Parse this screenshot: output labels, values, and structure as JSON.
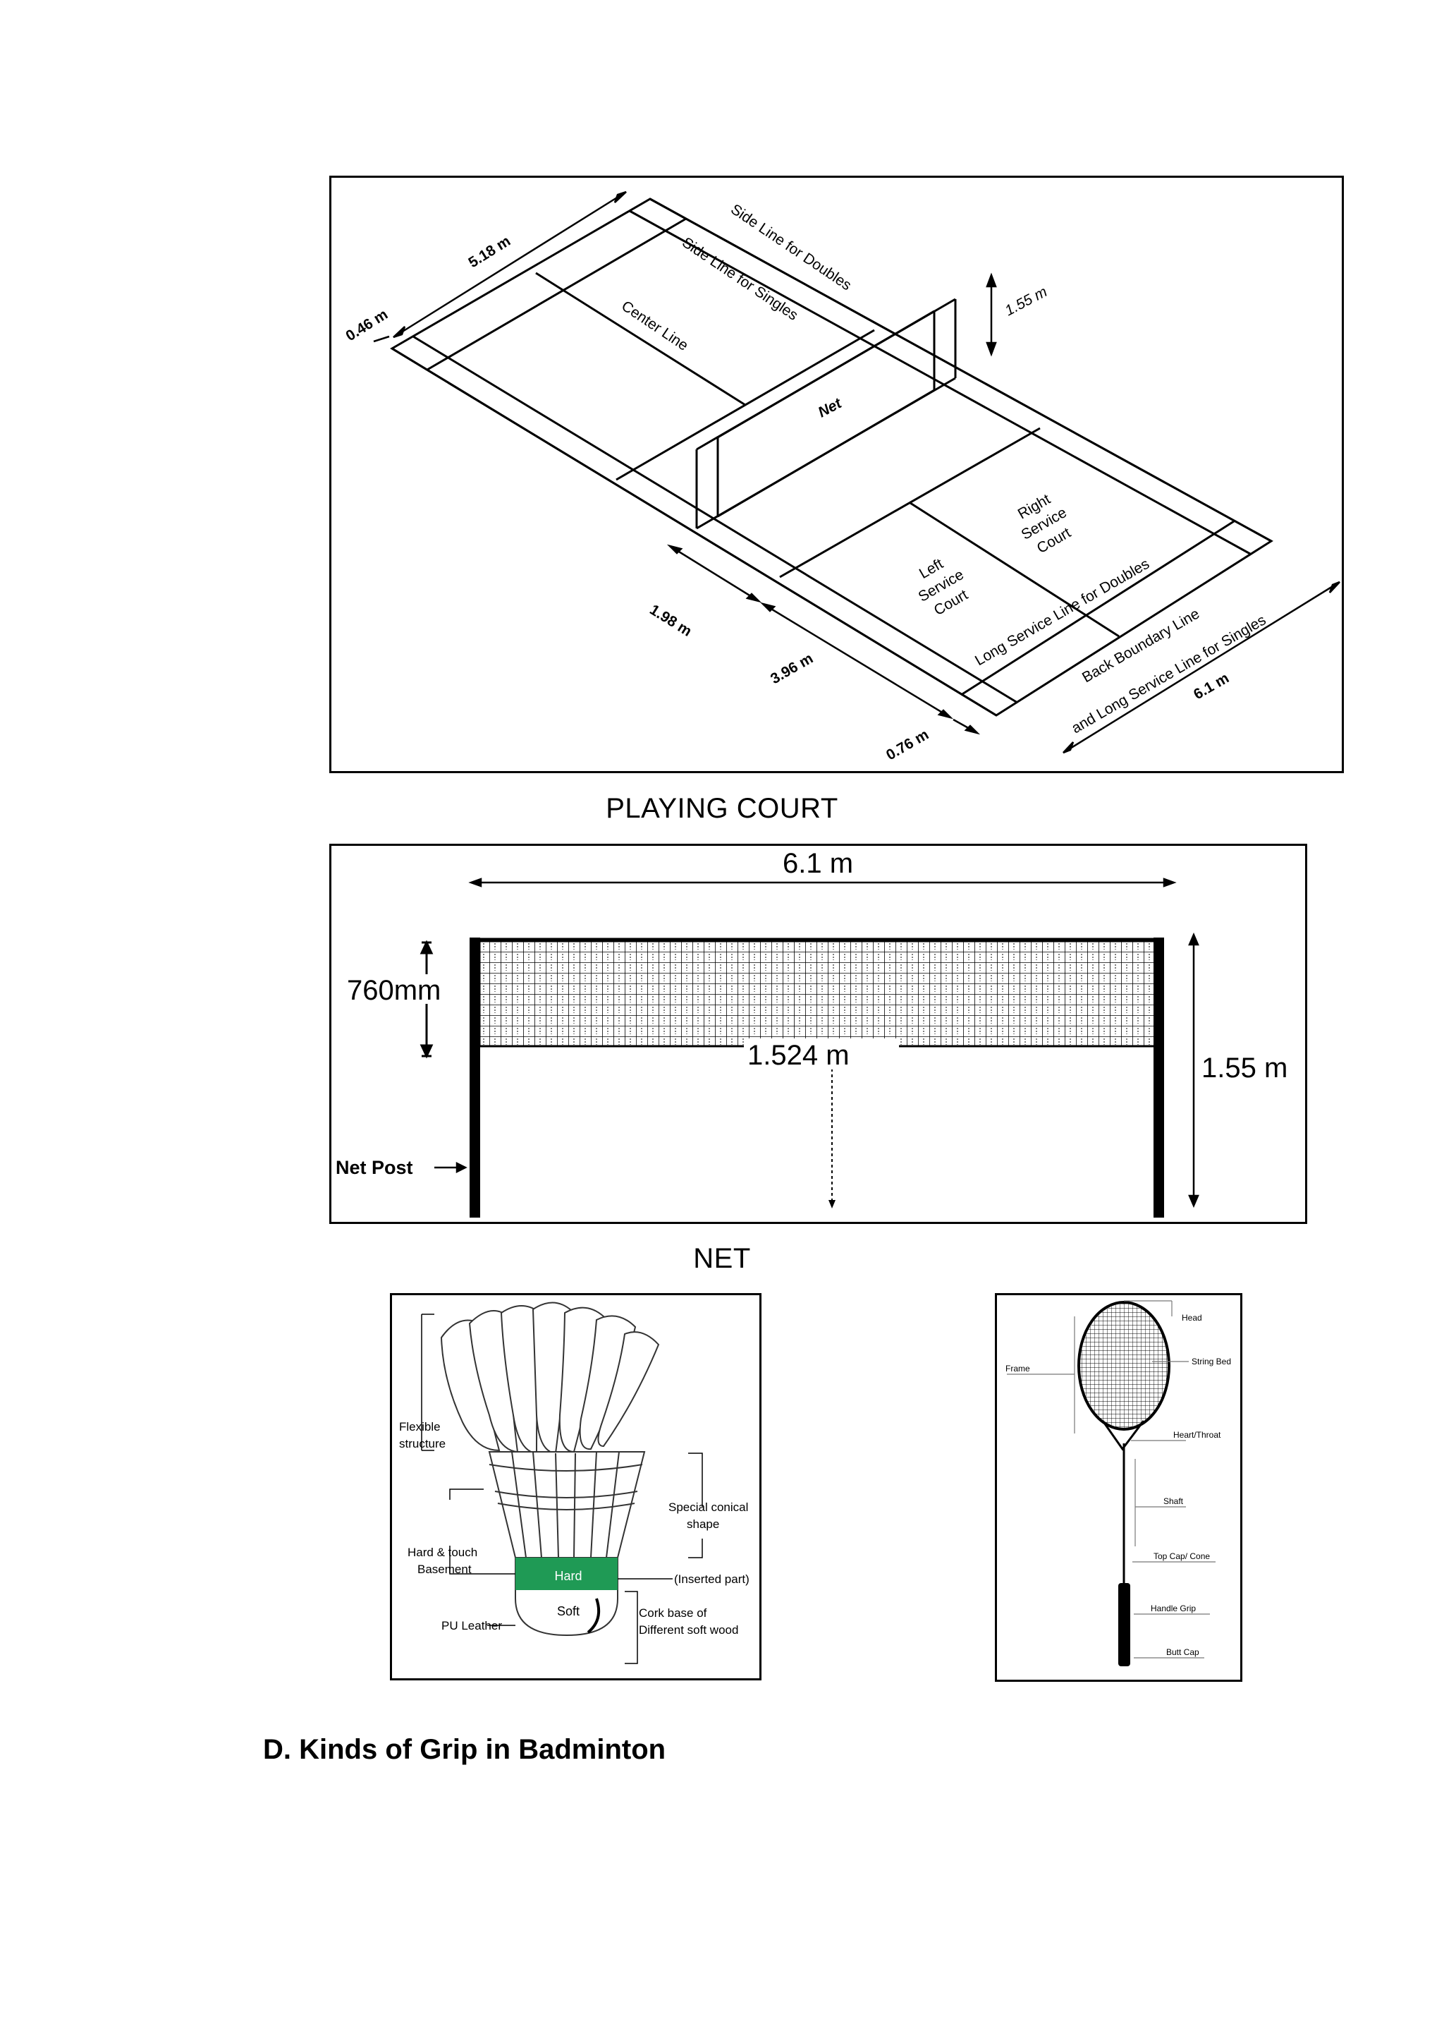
{
  "court": {
    "caption": "PLAYING COURT",
    "labels": {
      "side_doubles": "Side Line for Doubles",
      "side_singles": "Side Line for Singles",
      "center_line": "Center Line",
      "net": "Net",
      "right_service": [
        "Right",
        "Service",
        "Court"
      ],
      "left_service": [
        "Left",
        "Service",
        "Court"
      ],
      "long_service_doubles": "Long Service Line for Doubles",
      "back_boundary": [
        "Back Boundary Line",
        "and Long Service Line for Singles"
      ]
    },
    "dimensions": {
      "d_5_18": "5.18 m",
      "d_0_46": "0.46 m",
      "d_1_55": "1.55 m",
      "d_1_98": "1.98 m",
      "d_3_96": "3.96 m",
      "d_0_76": "0.76 m",
      "d_6_1": "6.1 m"
    }
  },
  "net": {
    "caption": "NET",
    "width_label": "6.1 m",
    "depth_label": "760mm",
    "center_height_label": "1.524 m",
    "post_height_label": "1.55 m",
    "post_label": "Net Post"
  },
  "shuttlecock": {
    "labels": {
      "flexible": [
        "Flexible",
        "structure"
      ],
      "special": [
        "Special conical",
        "shape"
      ],
      "hard_touch": [
        "Hard & touch",
        "Basement"
      ],
      "hard": "Hard",
      "inserted": "(Inserted part)",
      "soft": "Soft",
      "pu_leather": "PU Leather",
      "cork": [
        "Cork base of",
        "Different soft wood"
      ]
    },
    "colors": {
      "band": "#1f9a55"
    }
  },
  "racket": {
    "labels": {
      "head": "Head",
      "frame": "Frame",
      "string_bed": "String Bed",
      "heart_throat": "Heart/Throat",
      "shaft": "Shaft",
      "top_cap": "Top Cap/ Cone",
      "handle_grip": "Handle Grip",
      "butt_cap": "Butt Cap"
    }
  },
  "section": {
    "heading": "D. Kinds of Grip in Badminton"
  }
}
